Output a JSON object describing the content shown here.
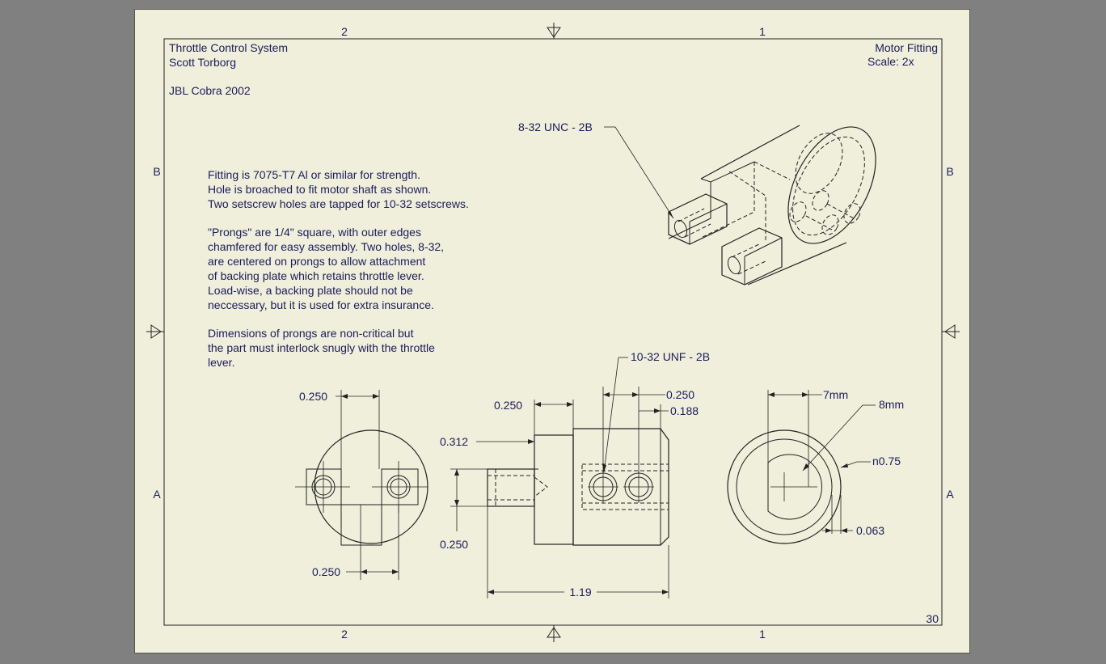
{
  "title_block": {
    "project": "Throttle Control System",
    "author": "Scott Torborg",
    "team": "JBL Cobra 2002",
    "part": "Motor Fitting",
    "scale": "Scale: 2x",
    "sheet_number": "30"
  },
  "zones": {
    "col_left": "2",
    "col_right": "1",
    "row_top": "B",
    "row_bottom": "A"
  },
  "notes": {
    "lines": [
      "Fitting is 7075-T7 Al or similar for strength.",
      "Hole is broached to fit motor shaft as shown.",
      "Two setscrew holes are tapped for 10-32 setscrews.",
      "",
      "\"Prongs\" are 1/4\" square, with outer edges",
      "chamfered for easy assembly. Two holes, 8-32,",
      "are centered on prongs to allow attachment",
      "of backing plate which retains throttle lever.",
      "Load-wise, a backing plate should not be",
      "neccessary, but it is used for extra insurance.",
      "",
      "Dimensions of prongs are non-critical but",
      "the part must interlock snugly with the throttle",
      "lever."
    ]
  },
  "callouts": {
    "iso_thread": "8-32 UNC - 2B",
    "side_thread": "10-32 UNF - 2B"
  },
  "dimensions": {
    "left_top": "0.250",
    "left_bottom": "0.250",
    "side_prong_len": "0.250",
    "side_step": "0.312",
    "side_prong_height": "0.250",
    "side_hole_spacing": "0.250",
    "side_hole_offset": "0.188",
    "side_total_length": "1.19",
    "right_flat": "7mm",
    "right_bore": "8mm",
    "right_chamfer": "n0.75",
    "right_offset": "0.063"
  }
}
